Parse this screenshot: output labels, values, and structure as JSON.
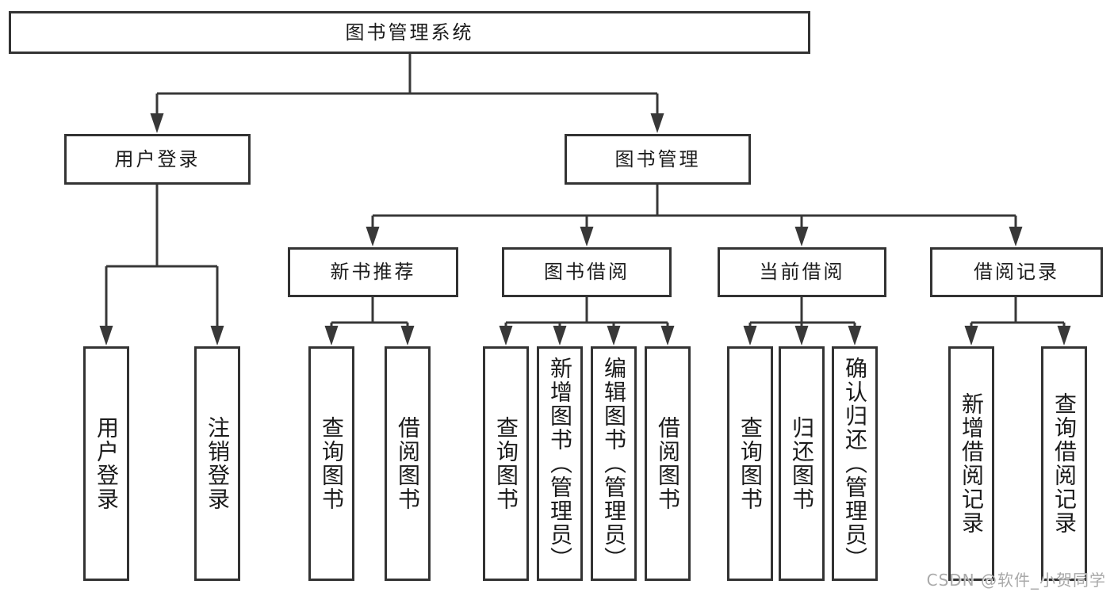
{
  "watermark": "CSDN @软件_小贺同学",
  "colors": {
    "line": "#383838",
    "box_border": "#333333",
    "text": "#1b1b1b",
    "watermark_text": "#a9a9a9",
    "background": "#ffffff"
  },
  "tree": {
    "root": {
      "label": "图书管理系统"
    },
    "branches": [
      {
        "label": "用户登录",
        "children": [
          {
            "label": "用户登录"
          },
          {
            "label": "注销登录"
          }
        ]
      },
      {
        "label": "图书管理",
        "groups": [
          {
            "label": "新书推荐",
            "children": [
              {
                "label": "查询图书"
              },
              {
                "label": "借阅图书"
              }
            ]
          },
          {
            "label": "图书借阅",
            "children": [
              {
                "label": "查询图书"
              },
              {
                "label": "新增图书（管理员）"
              },
              {
                "label": "编辑图书（管理员）"
              },
              {
                "label": "借阅图书"
              }
            ]
          },
          {
            "label": "当前借阅",
            "children": [
              {
                "label": "查询图书"
              },
              {
                "label": "归还图书"
              },
              {
                "label": "确认归还（管理员）"
              }
            ]
          },
          {
            "label": "借阅记录",
            "children": [
              {
                "label": "新增借阅记录"
              },
              {
                "label": "查询借阅记录"
              }
            ]
          }
        ]
      }
    ]
  }
}
